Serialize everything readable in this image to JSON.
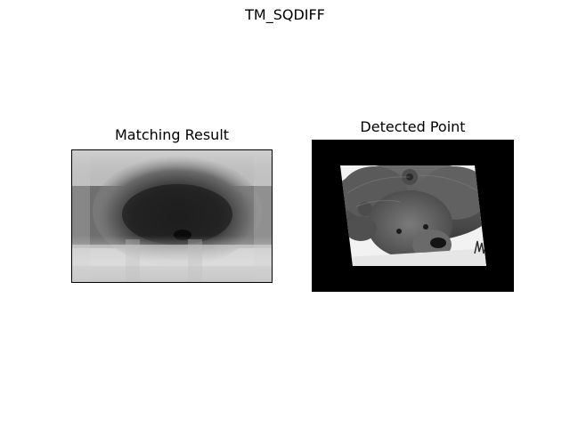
{
  "figure": {
    "title": "TM_SQDIFF"
  },
  "panels": [
    {
      "title": "Matching Result",
      "image": "grayscale template-matching score map"
    },
    {
      "title": "Detected Point",
      "image": "grayscale bear photo on black background"
    }
  ],
  "chart_data": [
    {
      "type": "heatmap",
      "title": "Matching Result",
      "xlabel": "",
      "ylabel": "",
      "axes_visible": false,
      "grid": false,
      "colormap": "gray",
      "minimum_region": "center, slightly below middle (dark)"
    },
    {
      "type": "image",
      "title": "Detected Point",
      "xlabel": "",
      "ylabel": "",
      "axes_visible": false,
      "grid": false,
      "colormap": "gray"
    }
  ],
  "colors": {
    "background": "#ffffff",
    "frame": "#000000",
    "image_background": "#000000"
  }
}
